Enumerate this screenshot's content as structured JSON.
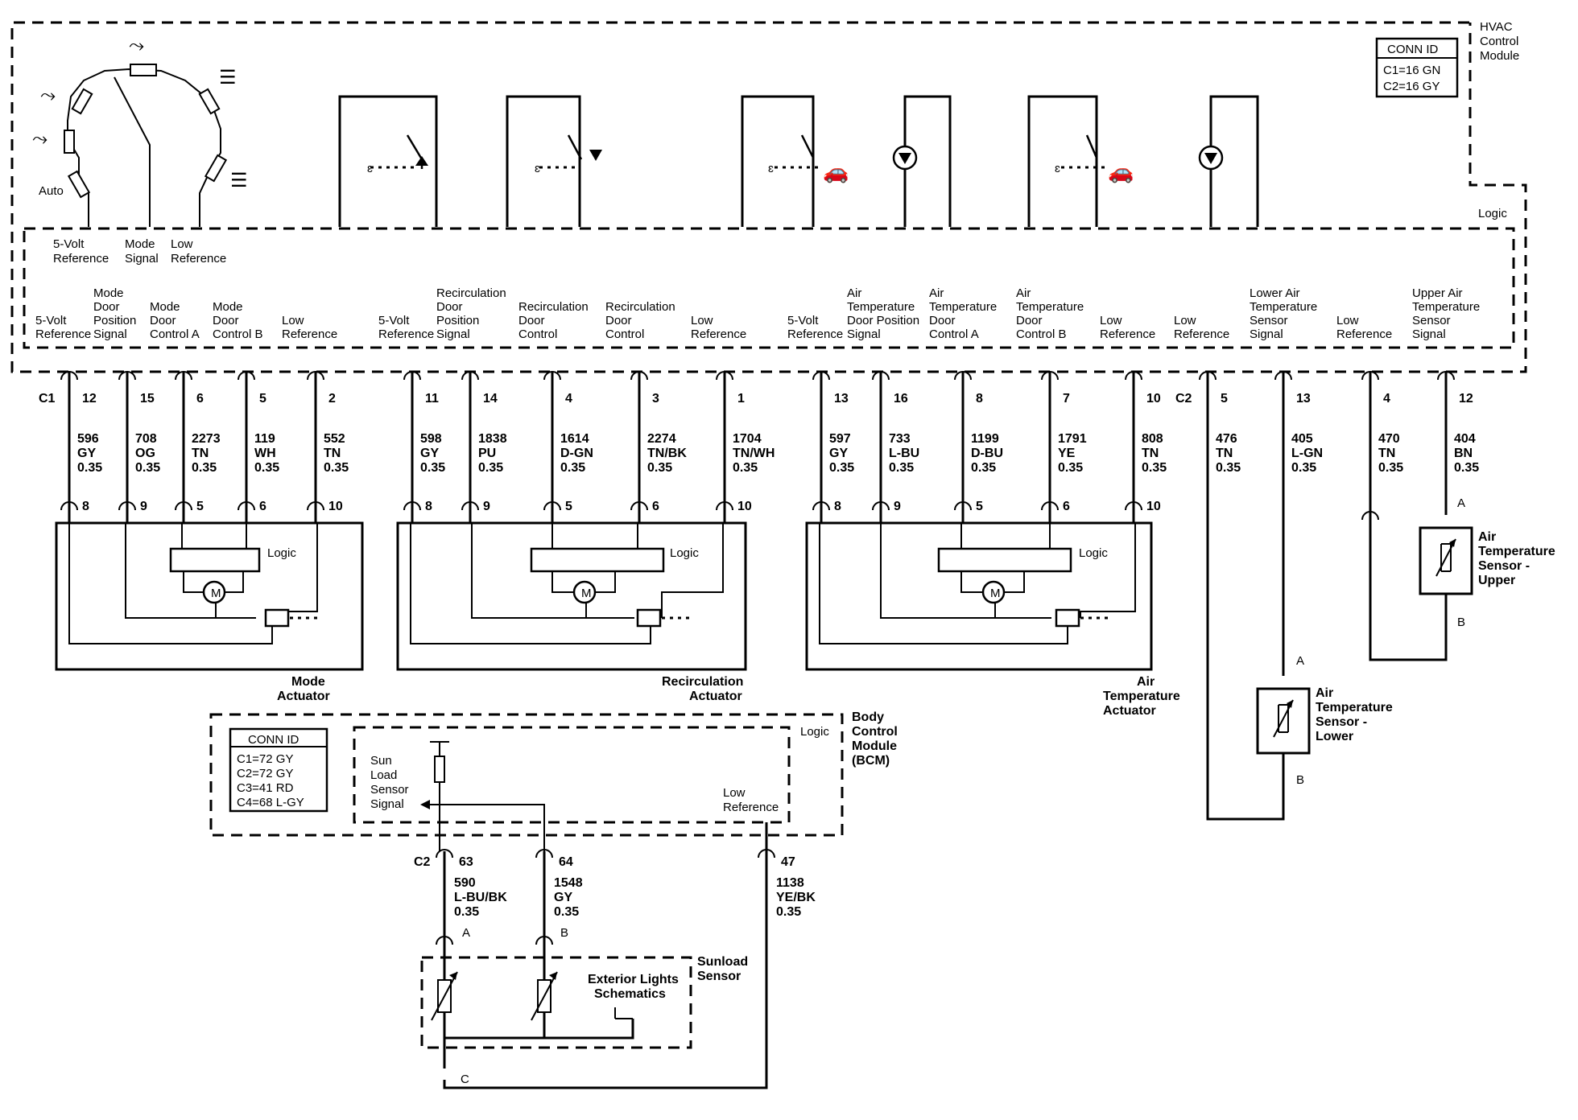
{
  "hvac": {
    "title": [
      "HVAC",
      "Control",
      "Module"
    ],
    "conn_title": "CONN ID",
    "conn": [
      "C1=16 GN",
      "C2=16 GY"
    ],
    "logic": "Logic",
    "auto": "Auto",
    "knob_pins": [
      [
        "5-Volt",
        "Reference"
      ],
      [
        "Mode",
        "Signal"
      ],
      [
        "Low",
        "Reference"
      ]
    ]
  },
  "connectors": {
    "c1": "C1",
    "c2": "C2",
    "bcm_c2": "C2"
  },
  "pins": [
    {
      "label": [
        "5-Volt",
        "Reference"
      ],
      "pin": "12",
      "circuit": "596",
      "color": "GY",
      "gauge": "0.35",
      "apin": "8"
    },
    {
      "label": [
        "Mode",
        "Door",
        "Position",
        "Signal"
      ],
      "pin": "15",
      "circuit": "708",
      "color": "OG",
      "gauge": "0.35",
      "apin": "9"
    },
    {
      "label": [
        "Mode",
        "Door",
        "Control A"
      ],
      "pin": "6",
      "circuit": "2273",
      "color": "TN",
      "gauge": "0.35",
      "apin": "5"
    },
    {
      "label": [
        "Mode",
        "Door",
        "Control B"
      ],
      "pin": "5",
      "circuit": "119",
      "color": "WH",
      "gauge": "0.35",
      "apin": "6"
    },
    {
      "label": [
        "Low",
        "Reference"
      ],
      "pin": "2",
      "circuit": "552",
      "color": "TN",
      "gauge": "0.35",
      "apin": "10"
    },
    {
      "label": [
        "5-Volt",
        "Reference"
      ],
      "pin": "11",
      "circuit": "598",
      "color": "GY",
      "gauge": "0.35",
      "apin": "8"
    },
    {
      "label": [
        "Recirculation",
        "Door",
        "Position",
        "Signal"
      ],
      "pin": "14",
      "circuit": "1838",
      "color": "PU",
      "gauge": "0.35",
      "apin": "9"
    },
    {
      "label": [
        "Recirculation",
        "Door",
        "Control"
      ],
      "pin": "4",
      "circuit": "1614",
      "color": "D-GN",
      "gauge": "0.35",
      "apin": "5"
    },
    {
      "label": [
        "Recirculation",
        "Door",
        "Control"
      ],
      "pin": "3",
      "circuit": "2274",
      "color": "TN/BK",
      "gauge": "0.35",
      "apin": "6"
    },
    {
      "label": [
        "Low",
        "Reference"
      ],
      "pin": "1",
      "circuit": "1704",
      "color": "TN/WH",
      "gauge": "0.35",
      "apin": "10"
    },
    {
      "label": [
        "5-Volt",
        "Reference"
      ],
      "pin": "13",
      "circuit": "597",
      "color": "GY",
      "gauge": "0.35",
      "apin": "8"
    },
    {
      "label": [
        "Air",
        "Temperature",
        "Door Position",
        "Signal"
      ],
      "pin": "16",
      "circuit": "733",
      "color": "L-BU",
      "gauge": "0.35",
      "apin": "9"
    },
    {
      "label": [
        "Air",
        "Temperature",
        "Door",
        "Control A"
      ],
      "pin": "8",
      "circuit": "1199",
      "color": "D-BU",
      "gauge": "0.35",
      "apin": "5"
    },
    {
      "label": [
        "Air",
        "Temperature",
        "Door",
        "Control B"
      ],
      "pin": "7",
      "circuit": "1791",
      "color": "YE",
      "gauge": "0.35",
      "apin": "6"
    },
    {
      "label": [
        "Low",
        "Reference"
      ],
      "pin": "10",
      "circuit": "808",
      "color": "TN",
      "gauge": "0.35",
      "apin": "10"
    },
    {
      "label": [
        "Low",
        "Reference"
      ],
      "pin": "5",
      "circuit": "476",
      "color": "TN",
      "gauge": "0.35",
      "apin": ""
    },
    {
      "label": [
        "Lower Air",
        "Temperature",
        "Sensor",
        "Signal"
      ],
      "pin": "13",
      "circuit": "405",
      "color": "L-GN",
      "gauge": "0.35",
      "apin": ""
    },
    {
      "label": [
        "Low",
        "Reference"
      ],
      "pin": "4",
      "circuit": "470",
      "color": "TN",
      "gauge": "0.35",
      "apin": ""
    },
    {
      "label": [
        "Upper Air",
        "Temperature",
        "Sensor",
        "Signal"
      ],
      "pin": "12",
      "circuit": "404",
      "color": "BN",
      "gauge": "0.35",
      "apin": ""
    }
  ],
  "actuators": {
    "logic": "Logic",
    "motor": "M",
    "mode": [
      "Mode",
      "Actuator"
    ],
    "recirc": [
      "Recirculation",
      "Actuator"
    ],
    "airtemp": [
      "Air",
      "Temperature",
      "Actuator"
    ]
  },
  "sensors": {
    "upper": [
      "Air",
      "Temperature",
      "Sensor -",
      "Upper"
    ],
    "lower": [
      "Air",
      "Temperature",
      "Sensor -",
      "Lower"
    ],
    "pin_a": "A",
    "pin_b": "B"
  },
  "bcm": {
    "title": [
      "Body",
      "Control",
      "Module",
      "(BCM)"
    ],
    "conn_title": "CONN ID",
    "conn": [
      "C1=72 GY",
      "C2=72 GY",
      "C3=41 RD",
      "C4=68 L-GY"
    ],
    "logic": "Logic",
    "sun_signal": [
      "Sun",
      "Load",
      "Sensor",
      "Signal"
    ],
    "low_ref": [
      "Low",
      "Reference"
    ],
    "pins": [
      {
        "pin": "63",
        "circuit": "590",
        "color": "L-BU/BK",
        "gauge": "0.35"
      },
      {
        "pin": "64",
        "circuit": "1548",
        "color": "GY",
        "gauge": "0.35"
      },
      {
        "pin": "47",
        "circuit": "1138",
        "color": "YE/BK",
        "gauge": "0.35"
      }
    ]
  },
  "sunload": {
    "title": [
      "Sunload",
      "Sensor"
    ],
    "ext": [
      "Exterior Lights",
      "Schematics"
    ],
    "pin_a": "A",
    "pin_b": "B",
    "pin_c": "C"
  }
}
